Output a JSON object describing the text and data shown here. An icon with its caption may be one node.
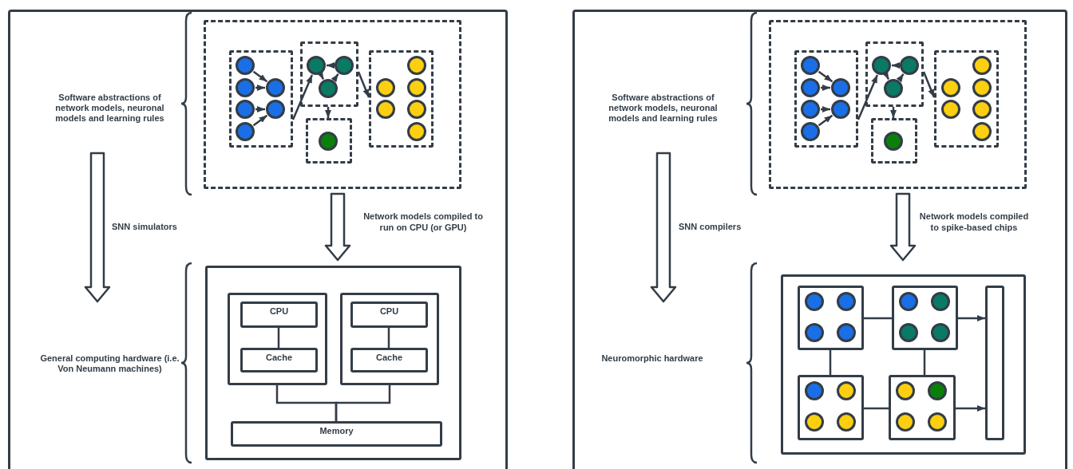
{
  "diagram": {
    "nodes": [
      {
        "text": [],
        "shape": "box"
      },
      {
        "text": [
          "Software abstractions of network models, neuronal models and learning rules"
        ],
        "in": 0
      },
      {
        "text": [
          "General computing hardware (i.e. Von Neumann machines)"
        ],
        "in": 0
      },
      {
        "text": [],
        "shape": "box",
        "in": 0
      },
      {
        "text": [],
        "shape": "box",
        "in": 3
      },
      {
        "text": [],
        "shape": "circle",
        "in": 4
      },
      {
        "text": [],
        "shape": "circle",
        "in": 4
      },
      {
        "text": [],
        "shape": "circle",
        "in": 4
      },
      {
        "text": [],
        "shape": "circle",
        "in": 4
      },
      {
        "text": [],
        "shape": "circle",
        "in": 4
      },
      {
        "text": [],
        "shape": "circle",
        "in": 4
      },
      {
        "text": [],
        "shape": "box",
        "in": 3
      },
      {
        "text": [],
        "shape": "circle",
        "in": 11
      },
      {
        "text": [],
        "shape": "circle",
        "in": 11
      },
      {
        "text": [],
        "shape": "circle",
        "in": 11
      },
      {
        "text": [],
        "shape": "box",
        "in": 3
      },
      {
        "text": [],
        "shape": "circle",
        "in": 15
      },
      {
        "text": [],
        "shape": "box",
        "in": 3
      },
      {
        "text": [],
        "shape": "circle",
        "in": 17
      },
      {
        "text": [],
        "shape": "circle",
        "in": 17
      },
      {
        "text": [],
        "shape": "circle",
        "in": 17
      },
      {
        "text": [],
        "shape": "circle",
        "in": 17
      },
      {
        "text": [],
        "shape": "circle",
        "in": 17
      },
      {
        "text": [],
        "shape": "circle",
        "in": 17
      },
      {
        "text": [],
        "shape": "box",
        "in": 0
      },
      {
        "text": [],
        "shape": "box",
        "in": 24
      },
      {
        "text": [
          "CPU"
        ],
        "in": 25
      },
      {
        "text": [
          "Cache"
        ],
        "in": 25
      },
      {
        "text": [],
        "shape": "box",
        "in": 24
      },
      {
        "text": [
          "CPU"
        ],
        "in": 28
      },
      {
        "text": [
          "Cache"
        ],
        "in": 28
      },
      {
        "text": [
          "Memory"
        ],
        "in": 24
      },
      {
        "text": [],
        "shape": "box"
      },
      {
        "text": [
          "Software abstractions of network models, neuronal models and learning rules"
        ],
        "in": 32
      },
      {
        "text": [
          "Neuromorphic hardware"
        ],
        "in": 32
      },
      {
        "text": [],
        "shape": "box",
        "in": 32
      },
      {
        "text": [],
        "shape": "box",
        "in": 35
      },
      {
        "text": [],
        "shape": "circle",
        "in": 36
      },
      {
        "text": [],
        "shape": "circle",
        "in": 36
      },
      {
        "text": [],
        "shape": "circle",
        "in": 36
      },
      {
        "text": [],
        "shape": "circle",
        "in": 36
      },
      {
        "text": [],
        "shape": "circle",
        "in": 36
      },
      {
        "text": [],
        "shape": "circle",
        "in": 36
      },
      {
        "text": [],
        "shape": "box",
        "in": 35
      },
      {
        "text": [],
        "shape": "circle",
        "in": 43
      },
      {
        "text": [],
        "shape": "circle",
        "in": 43
      },
      {
        "text": [],
        "shape": "circle",
        "in": 43
      },
      {
        "text": [],
        "shape": "box",
        "in": 35
      },
      {
        "text": [],
        "shape": "circle",
        "in": 47
      },
      {
        "text": [],
        "shape": "box",
        "in": 35
      },
      {
        "text": [],
        "shape": "circle",
        "in": 49
      },
      {
        "text": [],
        "shape": "circle",
        "in": 49
      },
      {
        "text": [],
        "shape": "circle",
        "in": 49
      },
      {
        "text": [],
        "shape": "circle",
        "in": 49
      },
      {
        "text": [],
        "shape": "circle",
        "in": 49
      },
      {
        "text": [],
        "shape": "circle",
        "in": 49
      },
      {
        "text": [],
        "shape": "box",
        "in": 32
      },
      {
        "text": [],
        "shape": "box",
        "in": 56
      },
      {
        "text": [],
        "shape": "circle",
        "in": 57
      },
      {
        "text": [],
        "shape": "circle",
        "in": 57
      },
      {
        "text": [],
        "shape": "circle",
        "in": 57
      },
      {
        "text": [],
        "shape": "circle",
        "in": 57
      },
      {
        "text": [],
        "shape": "box",
        "in": 56
      },
      {
        "text": [],
        "shape": "circle",
        "in": 62
      },
      {
        "text": [],
        "shape": "circle",
        "in": 62
      },
      {
        "text": [],
        "shape": "circle",
        "in": 62
      },
      {
        "text": [],
        "shape": "circle",
        "in": 62
      },
      {
        "text": [],
        "shape": "box",
        "in": 56
      },
      {
        "text": [],
        "shape": "circle",
        "in": 67
      },
      {
        "text": [],
        "shape": "circle",
        "in": 67
      },
      {
        "text": [],
        "shape": "circle",
        "in": 67
      },
      {
        "text": [],
        "shape": "circle",
        "in": 67
      },
      {
        "text": [],
        "shape": "box",
        "in": 56
      },
      {
        "text": [],
        "shape": "circle",
        "in": 72
      },
      {
        "text": [],
        "shape": "circle",
        "in": 72
      },
      {
        "text": [],
        "shape": "circle",
        "in": 72
      },
      {
        "text": [],
        "shape": "circle",
        "in": 72
      },
      {
        "text": [],
        "shape": "bar",
        "in": 56
      }
    ],
    "edges": [
      {
        "from": 1,
        "to": 2,
        "arrow": "to",
        "label": "SNN simulators"
      },
      {
        "from": 3,
        "to": 24,
        "arrow": "to",
        "label": "Network models compiled to run on CPU (or GPU)"
      },
      {
        "from": 5,
        "to": 9,
        "arrow": "to"
      },
      {
        "from": 6,
        "to": 9,
        "arrow": "to"
      },
      {
        "from": 7,
        "to": 10,
        "arrow": "to"
      },
      {
        "from": 8,
        "to": 10,
        "arrow": "to"
      },
      {
        "from": 4,
        "to": 12,
        "arrow": "to"
      },
      {
        "from": 13,
        "to": 12,
        "arrow": "to"
      },
      {
        "from": 12,
        "to": 14,
        "arrow": "to"
      },
      {
        "from": 14,
        "to": 13,
        "arrow": "to"
      },
      {
        "from": 11,
        "to": 15,
        "arrow": "to"
      },
      {
        "from": 11,
        "to": 17,
        "arrow": "to"
      },
      {
        "from": 26,
        "to": 27,
        "arrow": "none"
      },
      {
        "from": 29,
        "to": 30,
        "arrow": "none"
      },
      {
        "from": 25,
        "to": 31,
        "arrow": "none"
      },
      {
        "from": 28,
        "to": 31,
        "arrow": "none"
      },
      {
        "from": 33,
        "to": 34,
        "arrow": "to",
        "label": "SNN compilers"
      },
      {
        "from": 35,
        "to": 56,
        "arrow": "to",
        "label": "Network models compiled to spike-based chips"
      },
      {
        "from": 37,
        "to": 41,
        "arrow": "to"
      },
      {
        "from": 38,
        "to": 41,
        "arrow": "to"
      },
      {
        "from": 39,
        "to": 42,
        "arrow": "to"
      },
      {
        "from": 40,
        "to": 42,
        "arrow": "to"
      },
      {
        "from": 36,
        "to": 44,
        "arrow": "to"
      },
      {
        "from": 45,
        "to": 44,
        "arrow": "to"
      },
      {
        "from": 44,
        "to": 46,
        "arrow": "to"
      },
      {
        "from": 46,
        "to": 45,
        "arrow": "to"
      },
      {
        "from": 43,
        "to": 47,
        "arrow": "to"
      },
      {
        "from": 43,
        "to": 49,
        "arrow": "to"
      },
      {
        "from": 57,
        "to": 62,
        "arrow": "none"
      },
      {
        "from": 57,
        "to": 67,
        "arrow": "none"
      },
      {
        "from": 62,
        "to": 72,
        "arrow": "none"
      },
      {
        "from": 67,
        "to": 72,
        "arrow": "none"
      },
      {
        "from": 62,
        "to": 77,
        "arrow": "to"
      },
      {
        "from": 72,
        "to": 77,
        "arrow": "to"
      }
    ]
  }
}
